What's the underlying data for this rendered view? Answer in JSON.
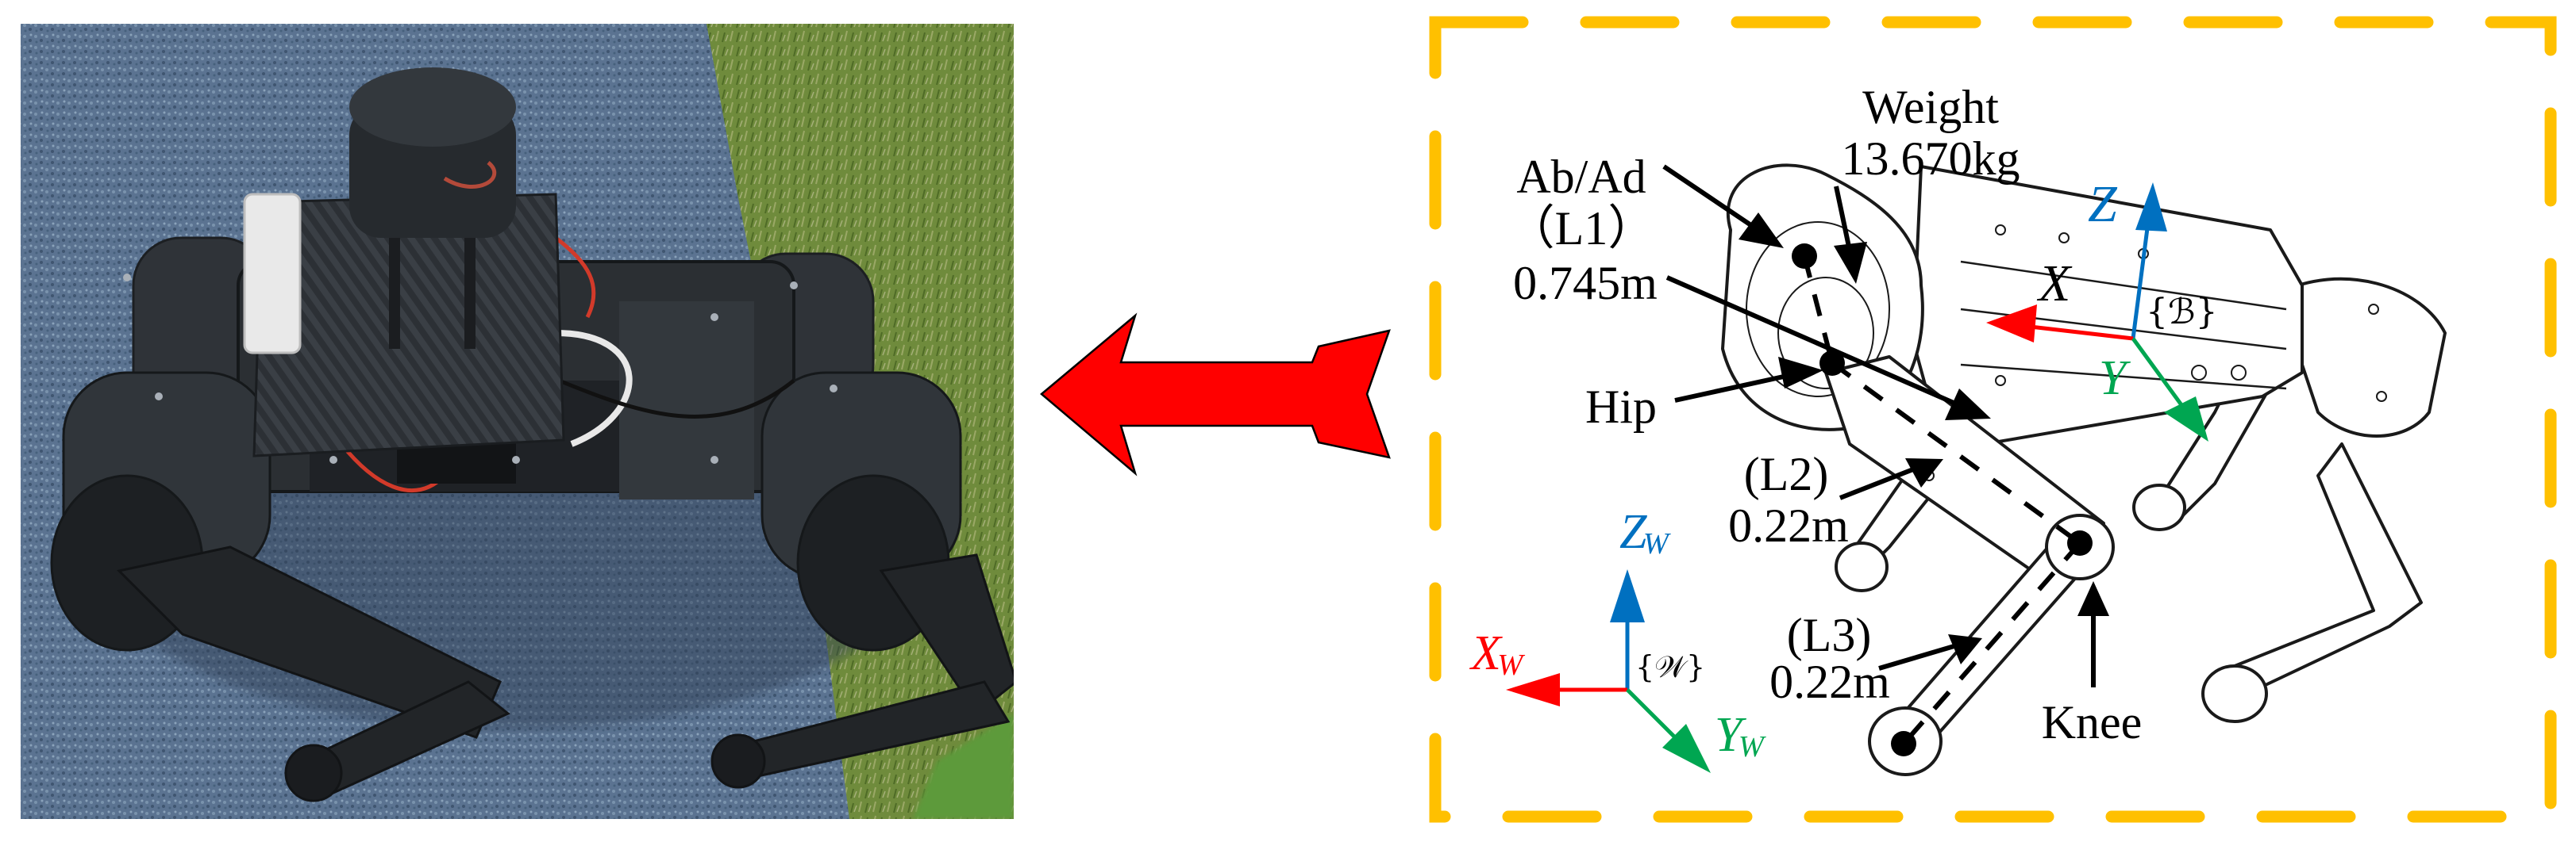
{
  "figure": {
    "left_panel": {
      "description": "Photograph of quadruped robot with LiDAR sensor on carbon-fiber plate standing on blue carpet beside grass",
      "colors": {
        "carpet": "#5b7391",
        "grass": "#6f8b3c",
        "robot": "#2b2f33",
        "plate": "#3a3f45",
        "lidar": "#262a2e"
      }
    },
    "transition_arrow": {
      "direction": "left",
      "fill": "#FF0000",
      "stroke": "#000000"
    },
    "right_panel": {
      "border_color": "#FFC000",
      "border_style": "dashed",
      "labels": {
        "abad_line1": "Ab/Ad",
        "abad_line2": "（L1）",
        "abad_line3": "0.745m",
        "weight_line1": "Weight",
        "weight_line2": "13.670kg",
        "hip": "Hip",
        "l2_line1": "(L2)",
        "l2_line2": "0.22m",
        "l3_line1": "(L3)",
        "l3_line2": "0.22m",
        "knee": "Knee"
      },
      "body_frame": {
        "name": "B",
        "brace_label": "{ℬ}",
        "x_label": "X",
        "y_label": "Y",
        "z_label": "Z",
        "colors": {
          "x": "#FF0000",
          "y": "#00A651",
          "z": "#0070C0"
        }
      },
      "world_frame": {
        "name": "W",
        "brace_label": "{𝒲}",
        "x_label": "X",
        "x_sub": "W",
        "y_label": "Y",
        "y_sub": "W",
        "z_label": "Z",
        "z_sub": "W",
        "colors": {
          "x": "#FF0000",
          "y": "#00A651",
          "z": "#0070C0"
        }
      }
    }
  }
}
